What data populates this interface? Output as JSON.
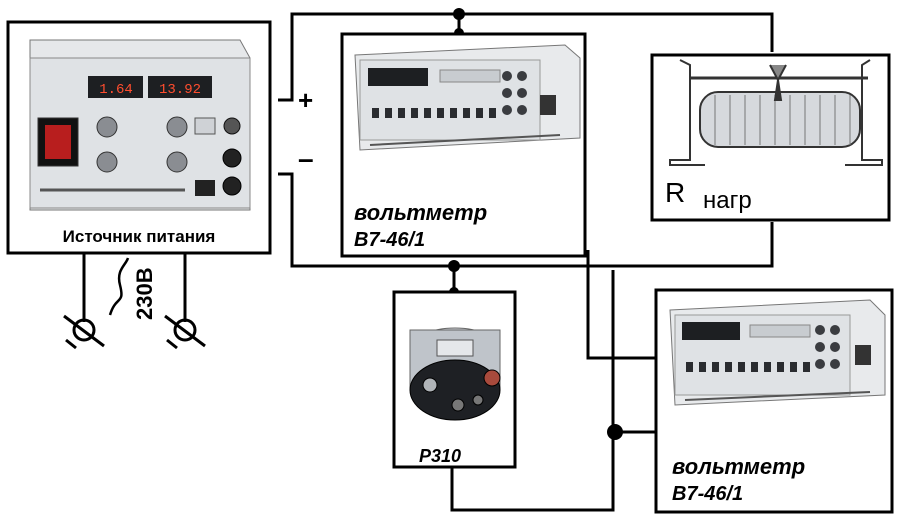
{
  "diagram": {
    "power_supply_label": "Источник питания",
    "power_display_left": "1.64",
    "power_display_right": "13.92",
    "mains_voltage": "230В",
    "plus_sign": "+",
    "minus_sign": "–",
    "voltmeter_top_label_line1": "вольтметр",
    "voltmeter_top_label_line2": "В7-46/1",
    "voltmeter_bottom_label_line1": "вольтметр",
    "voltmeter_bottom_label_line2": "В7-46/1",
    "load_label_main": "R",
    "load_label_sub": "нагр",
    "resistor_label": "Р310"
  }
}
